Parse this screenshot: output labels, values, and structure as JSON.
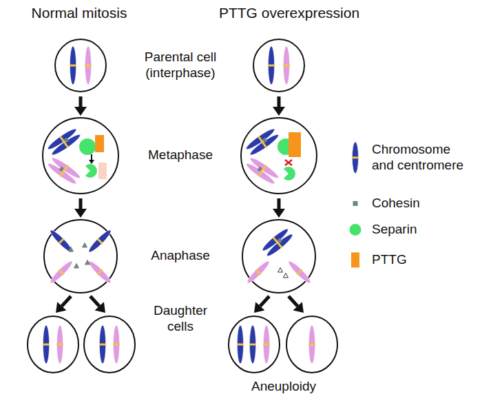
{
  "diagram": {
    "labels": [
      "Normal mitosis",
      "PTTG overexpression",
      "Parental cell (interphase)",
      "Metaphase",
      "Anaphase",
      "Daughter cells",
      "Aneuploidy"
    ],
    "legend": [
      {
        "text": "Chromosome and centromere"
      },
      {
        "text": "Cohesin",
        "color": "#6f8580"
      },
      {
        "text": "Separin",
        "color": "#45e36c"
      },
      {
        "text": "PTTG",
        "color": "#f7941d"
      }
    ]
  }
}
